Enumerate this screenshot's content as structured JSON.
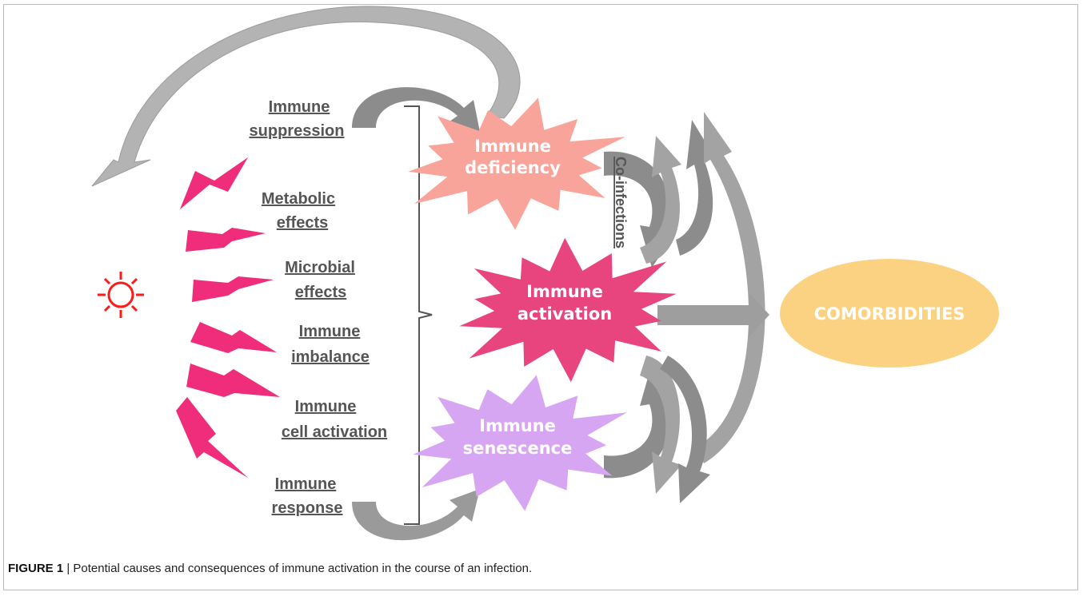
{
  "figure": {
    "label": "FIGURE 1",
    "separator": " | ",
    "caption": "Potential causes and consequences of immune activation in the course of an infection."
  },
  "effects": [
    [
      "Immune",
      "suppression"
    ],
    [
      "Metabolic",
      "effects"
    ],
    [
      "Microbial",
      "effects"
    ],
    [
      "Immune",
      "imbalance"
    ],
    [
      "Immune",
      "cell activation"
    ],
    [
      "Immune",
      "response"
    ]
  ],
  "states": [
    {
      "line1": "Immune",
      "line2": "deficiency",
      "color": "#f9a49a"
    },
    {
      "line1": "Immune",
      "line2": "activation",
      "color": "#e8457f"
    },
    {
      "line1": "Immune",
      "line2": "senescence",
      "color": "#d7a6f2"
    }
  ],
  "coinfections": "Co-infections",
  "outcome": {
    "label": "COMORBIDITIES",
    "color": "#fbd282"
  },
  "colors": {
    "bolt": "#ef2d7a",
    "sun": "#ff1a1a",
    "arrow_light": "#b7b7b7",
    "arrow_mid": "#a2a2a2",
    "arrow_dark": "#8a8a8a",
    "text": "#555555"
  }
}
